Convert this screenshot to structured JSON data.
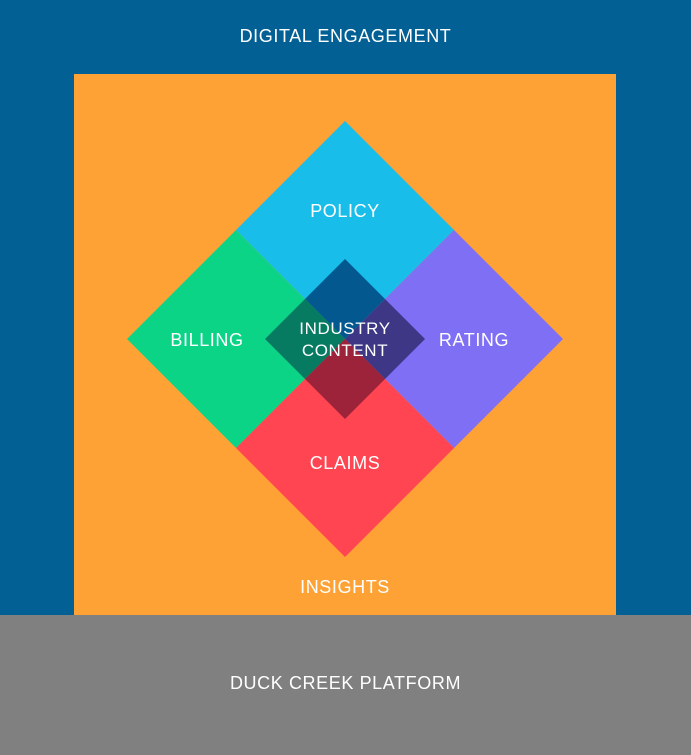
{
  "layers": {
    "digital_engagement": "DIGITAL ENGAGEMENT",
    "insights": "INSIGHTS",
    "platform": "DUCK CREEK PLATFORM"
  },
  "modules": {
    "policy": "POLICY",
    "billing": "BILLING",
    "rating": "RATING",
    "claims": "CLAIMS",
    "core_line1": "INDUSTRY",
    "core_line2": "CONTENT"
  },
  "colors": {
    "digital_engagement": "#026095",
    "insights": "#FFA236",
    "platform": "#808080",
    "policy": "#18BDE9",
    "billing": "#0CD487",
    "rating": "#7E6FF4",
    "claims": "#FF4552",
    "core_top": "#03598F",
    "core_left": "#077A62",
    "core_right": "#3D3786",
    "core_bottom": "#9C2339"
  }
}
